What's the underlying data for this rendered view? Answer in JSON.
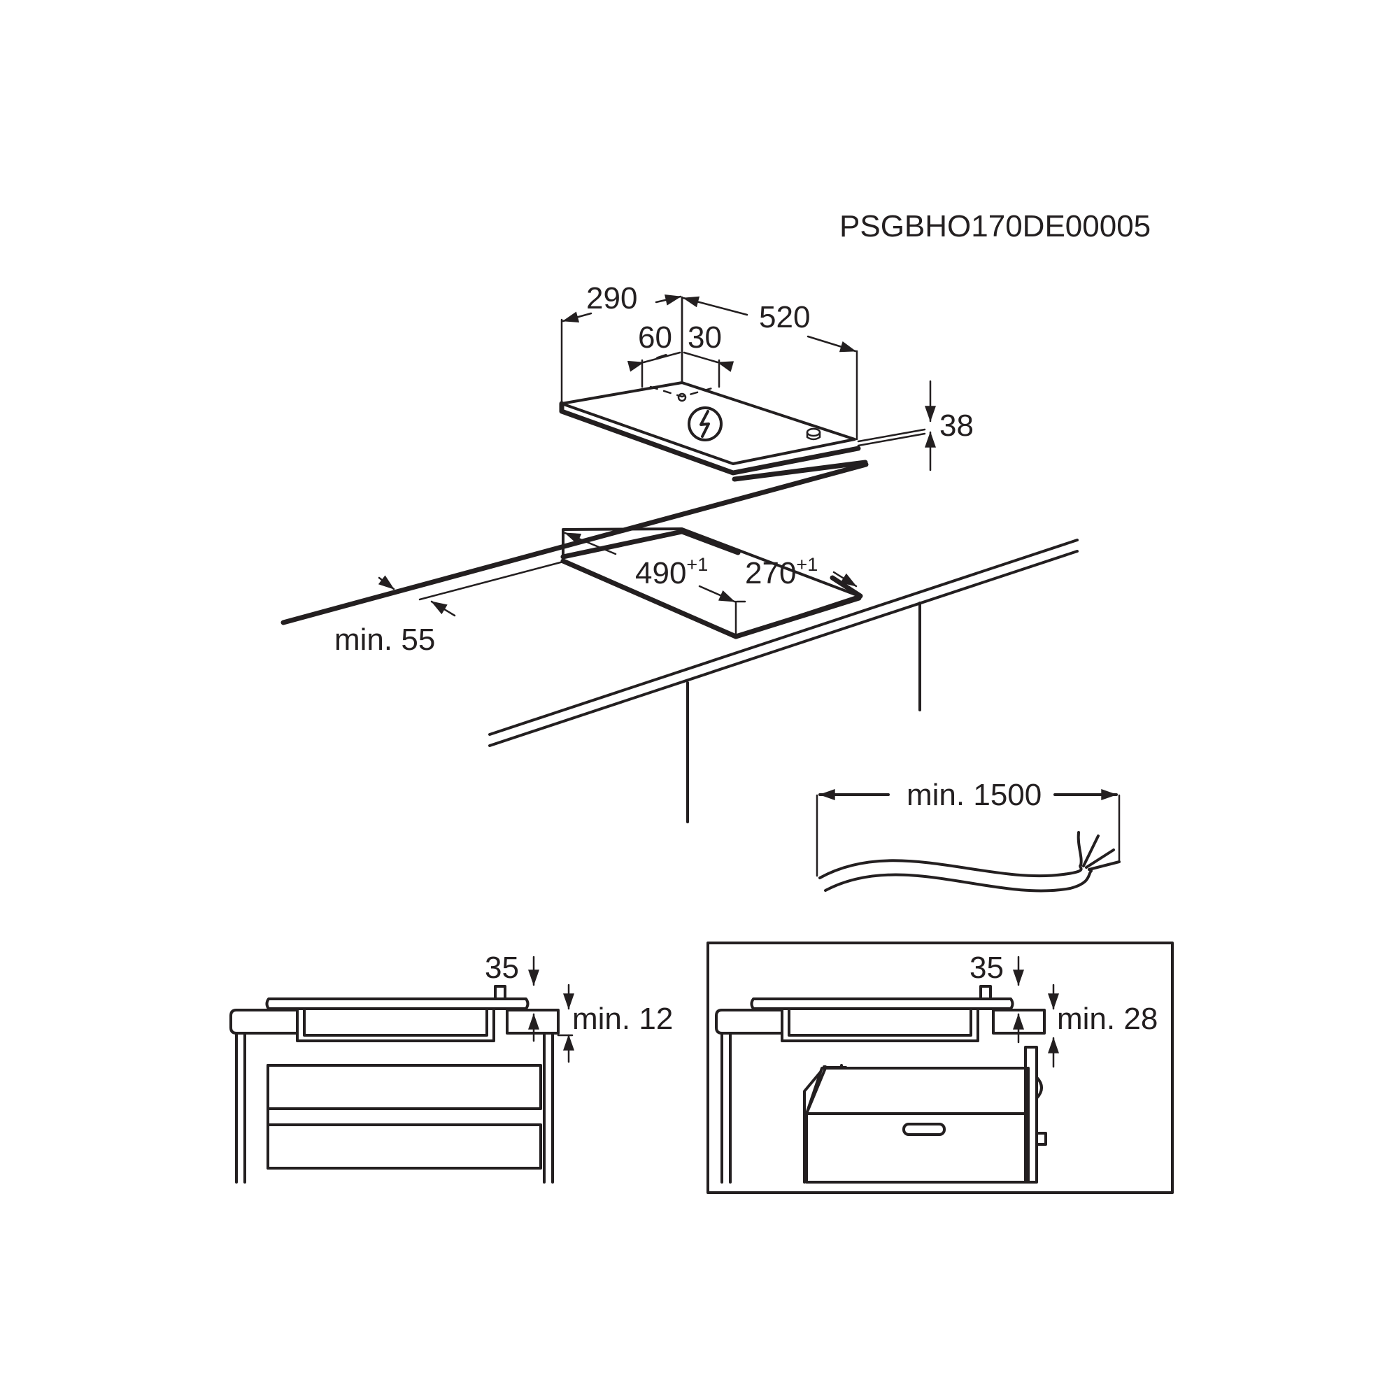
{
  "drawing_code": "PSGBHO170DE00005",
  "hob_dimensions": {
    "depth": "290",
    "width": "520",
    "offset_left": "60",
    "offset_right": "30",
    "height": "38"
  },
  "cutout": {
    "width_value": "490",
    "width_tolerance": "+1",
    "depth_value": "270",
    "depth_tolerance": "+1",
    "min_edge": "min. 55"
  },
  "cable": {
    "length": "min. 1500"
  },
  "section_left": {
    "top": "35",
    "clearance": "min. 12"
  },
  "section_right": {
    "top": "35",
    "clearance": "min. 28"
  },
  "colors": {
    "line": "#231f20",
    "background": "#ffffff"
  }
}
